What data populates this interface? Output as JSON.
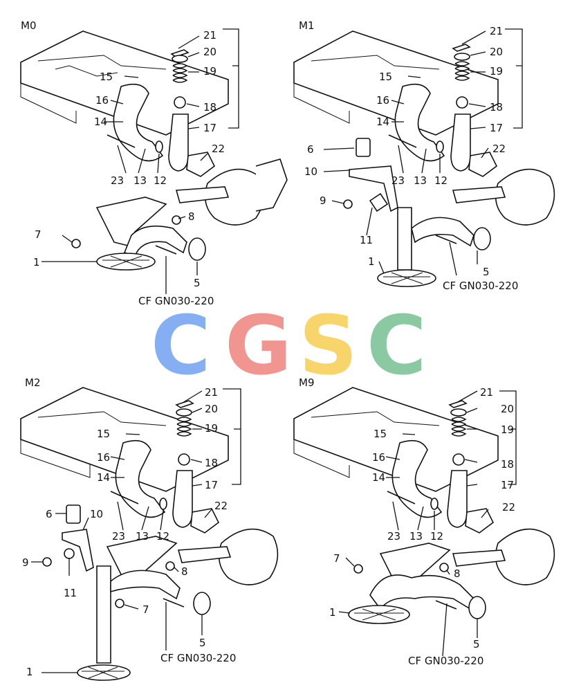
{
  "quadrants": [
    {
      "title": "M0",
      "ref": "CF GN030-220",
      "labels": {
        "21": "21",
        "20": "20",
        "19": "19",
        "15": "15",
        "18": "18",
        "16": "16",
        "14": "14",
        "17": "17",
        "22": "22",
        "23": "23",
        "13": "13",
        "12": "12",
        "8": "8",
        "7": "7",
        "1": "1",
        "5": "5"
      }
    },
    {
      "title": "M1",
      "ref": "CF GN030-220",
      "labels": {
        "21": "21",
        "20": "20",
        "19": "19",
        "15": "15",
        "18": "18",
        "16": "16",
        "14": "14",
        "17": "17",
        "6": "6",
        "22": "22",
        "10": "10",
        "23": "23",
        "13": "13",
        "12": "12",
        "9": "9",
        "11": "11",
        "1": "1",
        "5": "5"
      }
    },
    {
      "title": "M2",
      "ref": "CF GN030-220",
      "labels": {
        "21": "21",
        "20": "20",
        "19": "19",
        "15": "15",
        "18": "18",
        "16": "16",
        "14": "14",
        "17": "17",
        "22": "22",
        "6": "6",
        "10": "10",
        "23": "23",
        "13": "13",
        "12": "12",
        "9": "9",
        "11": "11",
        "8": "8",
        "7": "7",
        "5": "5",
        "1": "1"
      }
    },
    {
      "title": "M9",
      "ref": "CF GN030-220",
      "labels": {
        "21": "21",
        "20": "20",
        "19": "19",
        "15": "15",
        "18": "18",
        "16": "16",
        "14": "14",
        "17": "17",
        "22": "22",
        "23": "23",
        "13": "13",
        "12": "12",
        "7": "7",
        "8": "8",
        "1": "1",
        "5": "5"
      }
    }
  ],
  "watermark": {
    "letters": [
      "C",
      "G",
      "S",
      "C"
    ],
    "colors": [
      "#7aa7f2",
      "#f08a84",
      "#f7d15a",
      "#7fc49a"
    ]
  }
}
